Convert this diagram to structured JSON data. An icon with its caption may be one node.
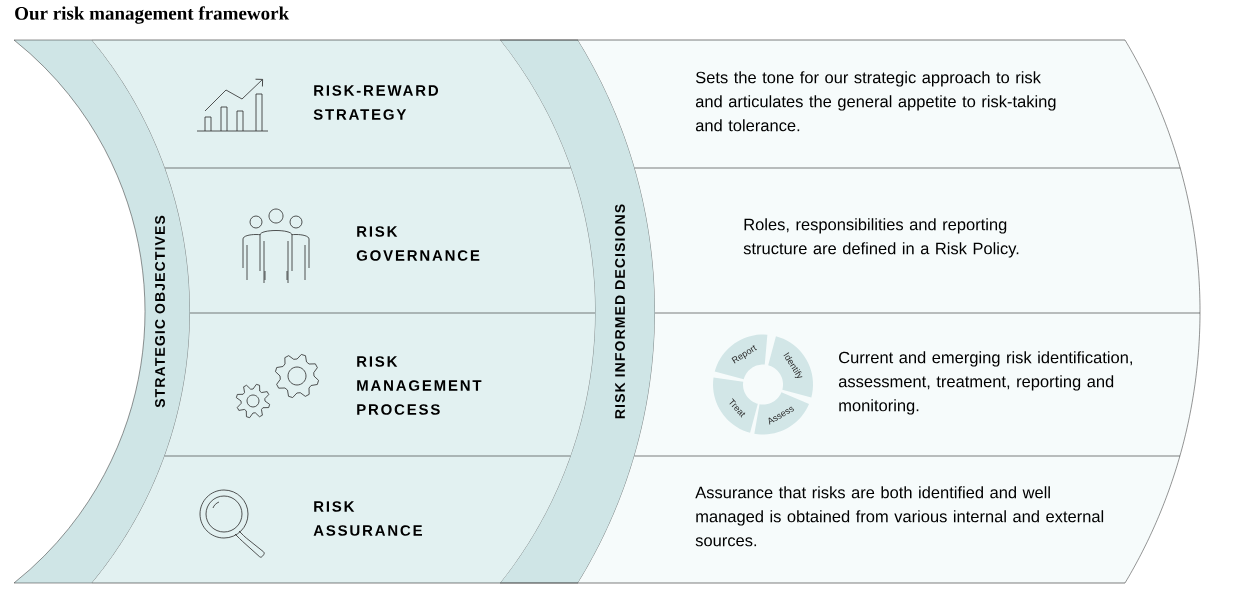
{
  "diagram": {
    "title": "Our risk management framework",
    "nodes": [
      {
        "text": [
          "STRATEGIC OBJECTIVES"
        ]
      },
      {
        "text": [
          "RISK INFORMED DECISIONS"
        ]
      },
      {
        "text": [
          "RISK-REWARD STRATEGY",
          "Sets the tone for our strategic approach to risk and articulates the general appetite to risk-taking and tolerance."
        ]
      },
      {
        "text": [
          "RISK GOVERNANCE",
          "Roles, responsibilities and reporting structure are defined in a Risk Policy."
        ]
      },
      {
        "text": [
          "RISK MANAGEMENT PROCESS",
          "Current and emerging risk identification, assessment, treatment, reporting and monitoring."
        ]
      },
      {
        "text": [
          "Report"
        ],
        "in": 4
      },
      {
        "text": [
          "Identify"
        ],
        "in": 4
      },
      {
        "text": [
          "Assess"
        ],
        "in": 4
      },
      {
        "text": [
          "Treat"
        ],
        "in": 4
      },
      {
        "text": [
          "RISK ASSURANCE",
          "Assurance that risks are both identified and well managed is obtained from various internal and external sources."
        ]
      }
    ]
  }
}
